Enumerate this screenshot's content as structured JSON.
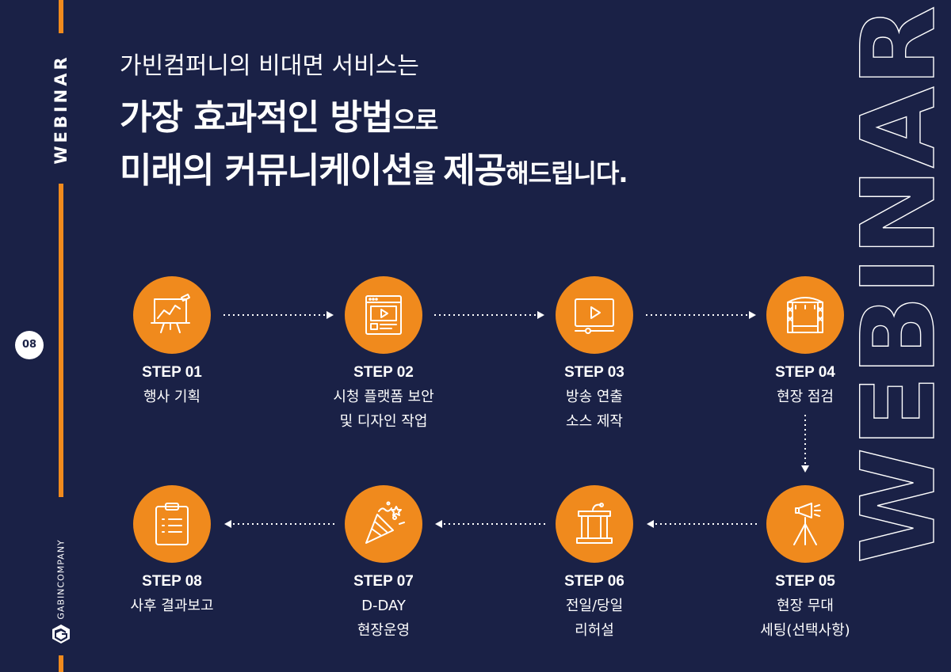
{
  "sidebar": {
    "brand": "WEBINAR",
    "page_number": "08",
    "company": "GABINCOMPANY"
  },
  "heading": {
    "subtitle": "가빈컴퍼니의 비대면 서비스는",
    "line1_bold": "가장 효과적인 방법",
    "line1_small": "으로",
    "line2_a": "미래의 커뮤니케이션",
    "line2_b": "을 ",
    "line2_c": "제공",
    "line2_d": "해드립니다."
  },
  "background_word": "WEBINAR",
  "colors": {
    "background": "#1a2146",
    "accent": "#f08a1d",
    "text": "#ffffff"
  },
  "steps": [
    {
      "label": "STEP 01",
      "desc": "행사 기획",
      "icon": "chart-board-icon"
    },
    {
      "label": "STEP 02",
      "desc": "시청 플랫폼 보안\n및 디자인 작업",
      "icon": "web-page-icon"
    },
    {
      "label": "STEP 03",
      "desc": "방송 연출\n소스 제작",
      "icon": "video-player-icon"
    },
    {
      "label": "STEP 04",
      "desc": "현장 점검",
      "icon": "stage-icon"
    },
    {
      "label": "STEP 05",
      "desc": "현장 무대\n세팅(선택사항)",
      "icon": "spotlight-tripod-icon"
    },
    {
      "label": "STEP 06",
      "desc": "전일/당일\n리허설",
      "icon": "podium-icon"
    },
    {
      "label": "STEP 07",
      "desc": "D-DAY\n현장운영",
      "icon": "party-popper-icon"
    },
    {
      "label": "STEP 08",
      "desc": "사후 결과보고",
      "icon": "clipboard-icon"
    }
  ]
}
